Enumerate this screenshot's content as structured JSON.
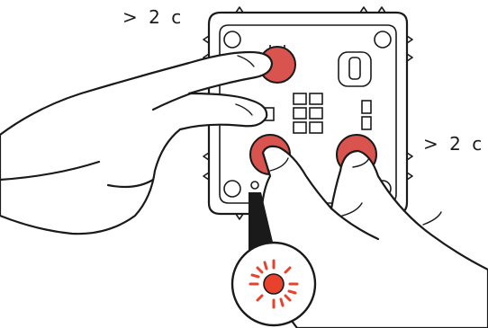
{
  "labels": {
    "hold_time_left": "> 2 c",
    "hold_time_right": "> 2 c"
  },
  "colors": {
    "accent_red": "#d9534f",
    "blink_red": "#e8412c",
    "line": "#1a1a1a",
    "background": "#ffffff"
  },
  "icons": {
    "hand_left": "hand-pressing-two-buttons",
    "hand_right": "hand-pressing-two-buttons",
    "indicator": "blinking-led-indicator"
  }
}
